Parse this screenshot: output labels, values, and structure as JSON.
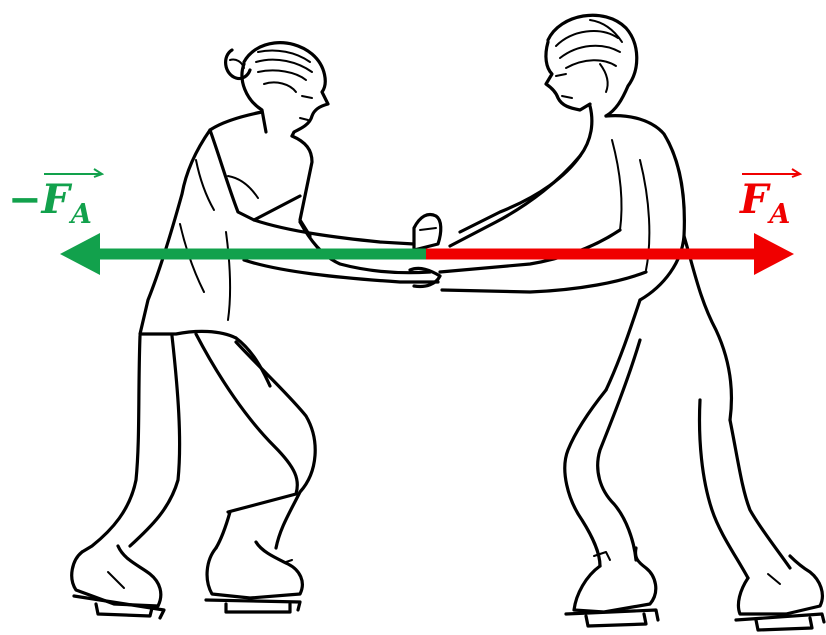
{
  "labels": {
    "left_force": {
      "prefix": "−",
      "symbol": "F",
      "subscript": "A"
    },
    "right_force": {
      "symbol": "F",
      "subscript": "A"
    }
  },
  "colors": {
    "left_arrow": "#12a14c",
    "right_arrow": "#f00000",
    "ink": "#000000",
    "background": "#ffffff"
  },
  "icons": {
    "left_figure": "skater-woman-bun",
    "right_figure": "skater-woman-short-hair"
  }
}
